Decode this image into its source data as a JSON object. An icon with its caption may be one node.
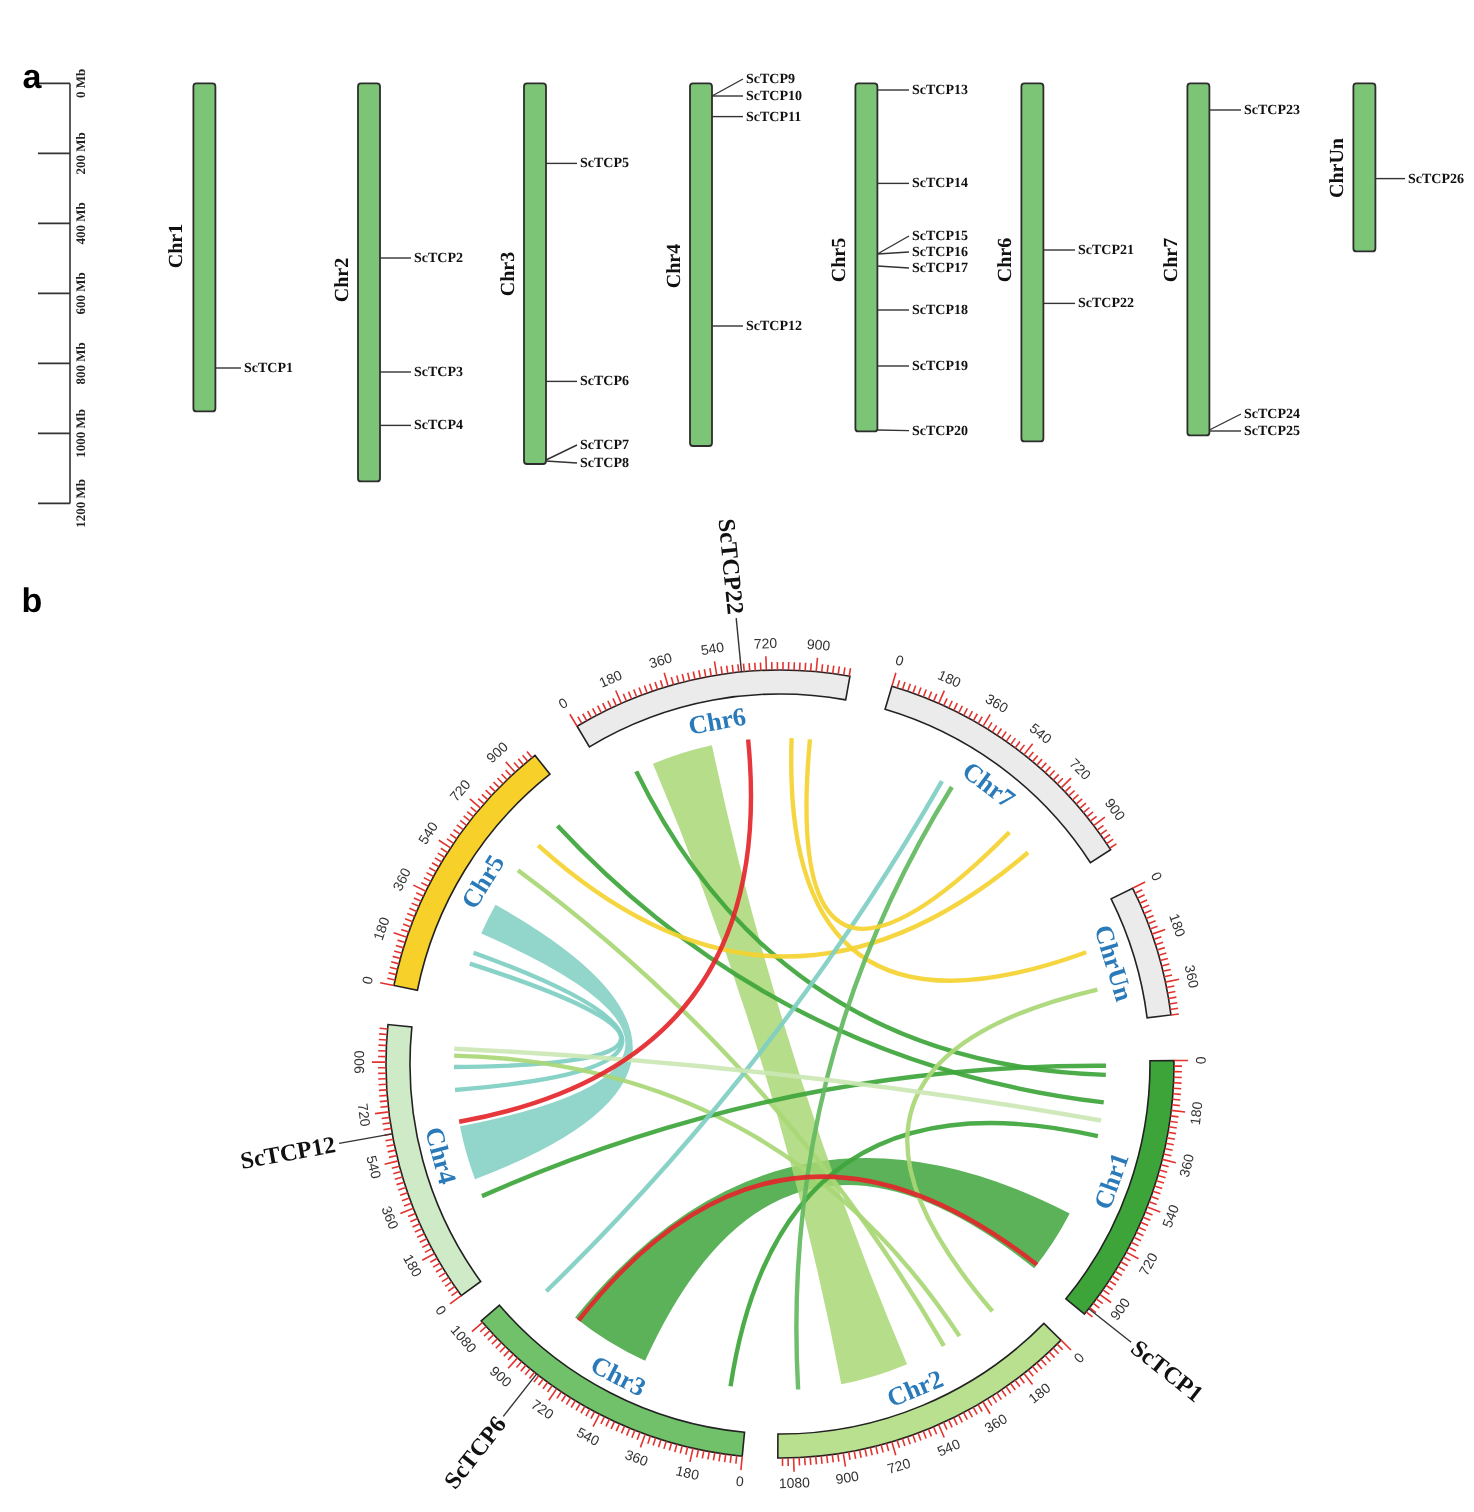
{
  "diagram": {
    "nodes": [
      {
        "text": [
          "Chr1"
        ]
      },
      {
        "text": [
          "ScTCP1"
        ]
      },
      {
        "text": [
          "Chr2"
        ]
      },
      {
        "text": [
          "ScTCP2"
        ]
      },
      {
        "text": [
          "ScTCP3"
        ]
      },
      {
        "text": [
          "ScTCP4"
        ]
      },
      {
        "text": [
          "Chr3"
        ]
      },
      {
        "text": [
          "ScTCP5"
        ]
      },
      {
        "text": [
          "ScTCP6"
        ]
      },
      {
        "text": [
          "ScTCP7"
        ]
      },
      {
        "text": [
          "ScTCP8"
        ]
      },
      {
        "text": [
          "Chr4"
        ]
      },
      {
        "text": [
          "ScTCP9"
        ]
      },
      {
        "text": [
          "ScTCP10"
        ]
      },
      {
        "text": [
          "ScTCP11"
        ]
      },
      {
        "text": [
          "ScTCP12"
        ]
      },
      {
        "text": [
          "Chr5"
        ]
      },
      {
        "text": [
          "ScTCP13"
        ]
      },
      {
        "text": [
          "ScTCP14"
        ]
      },
      {
        "text": [
          "ScTCP15"
        ]
      },
      {
        "text": [
          "ScTCP16"
        ]
      },
      {
        "text": [
          "ScTCP17"
        ]
      },
      {
        "text": [
          "ScTCP18"
        ]
      },
      {
        "text": [
          "ScTCP19"
        ]
      },
      {
        "text": [
          "ScTCP20"
        ]
      },
      {
        "text": [
          "Chr6"
        ]
      },
      {
        "text": [
          "ScTCP21"
        ]
      },
      {
        "text": [
          "ScTCP22"
        ]
      },
      {
        "text": [
          "Chr7"
        ]
      },
      {
        "text": [
          "ScTCP23"
        ]
      },
      {
        "text": [
          "ScTCP24"
        ]
      },
      {
        "text": [
          "ScTCP25"
        ]
      },
      {
        "text": [
          "ChrUn"
        ]
      },
      {
        "text": [
          "ScTCP26"
        ]
      },
      {
        "text": [
          "ScTCP22"
        ]
      },
      {
        "text": [
          "Chr6"
        ]
      },
      {
        "text": [
          "Chr7"
        ]
      },
      {
        "text": [
          "ChrUn"
        ]
      },
      {
        "text": [
          "Chr1"
        ]
      },
      {
        "text": [
          "ScTCP1"
        ]
      },
      {
        "text": [
          "Chr2"
        ]
      },
      {
        "text": [
          "Chr3"
        ]
      },
      {
        "text": [
          "ScTCP6"
        ]
      },
      {
        "text": [
          "Chr4"
        ]
      },
      {
        "text": [
          "ScTCP12"
        ]
      },
      {
        "text": [
          "Chr5"
        ]
      }
    ],
    "edges": [
      {
        "from": 1,
        "to": 0,
        "arrow": "none"
      },
      {
        "from": 3,
        "to": 2,
        "arrow": "none"
      },
      {
        "from": 4,
        "to": 2,
        "arrow": "none"
      },
      {
        "from": 5,
        "to": 2,
        "arrow": "none"
      },
      {
        "from": 7,
        "to": 6,
        "arrow": "none"
      },
      {
        "from": 8,
        "to": 6,
        "arrow": "none"
      },
      {
        "from": 9,
        "to": 6,
        "arrow": "none"
      },
      {
        "from": 10,
        "to": 6,
        "arrow": "none"
      },
      {
        "from": 12,
        "to": 11,
        "arrow": "none"
      },
      {
        "from": 13,
        "to": 11,
        "arrow": "none"
      },
      {
        "from": 14,
        "to": 11,
        "arrow": "none"
      },
      {
        "from": 15,
        "to": 11,
        "arrow": "none"
      },
      {
        "from": 17,
        "to": 16,
        "arrow": "none"
      },
      {
        "from": 18,
        "to": 16,
        "arrow": "none"
      },
      {
        "from": 19,
        "to": 16,
        "arrow": "none"
      },
      {
        "from": 20,
        "to": 16,
        "arrow": "none"
      },
      {
        "from": 21,
        "to": 16,
        "arrow": "none"
      },
      {
        "from": 22,
        "to": 16,
        "arrow": "none"
      },
      {
        "from": 23,
        "to": 16,
        "arrow": "none"
      },
      {
        "from": 24,
        "to": 16,
        "arrow": "none"
      },
      {
        "from": 26,
        "to": 25,
        "arrow": "none"
      },
      {
        "from": 27,
        "to": 25,
        "arrow": "none"
      },
      {
        "from": 29,
        "to": 28,
        "arrow": "none"
      },
      {
        "from": 30,
        "to": 28,
        "arrow": "none"
      },
      {
        "from": 31,
        "to": 28,
        "arrow": "none"
      },
      {
        "from": 33,
        "to": 32,
        "arrow": "none"
      },
      {
        "from": 34,
        "to": 35,
        "arrow": "none"
      },
      {
        "from": 39,
        "to": 38,
        "arrow": "none"
      },
      {
        "from": 42,
        "to": 41,
        "arrow": "none"
      },
      {
        "from": 44,
        "to": 43,
        "arrow": "none"
      },
      {
        "from": 38,
        "to": 41,
        "arrow": "none",
        "style": "thick",
        "color": "#3ea53b"
      },
      {
        "from": 45,
        "to": 43,
        "arrow": "none",
        "style": "thick",
        "color": "#7fcec2"
      },
      {
        "from": 43,
        "to": 45,
        "arrow": "none",
        "style": "thick",
        "color": "#7fcec2"
      },
      {
        "from": 43,
        "to": 45,
        "arrow": "none",
        "style": "thick",
        "color": "#7fcec2"
      },
      {
        "from": 40,
        "to": 35,
        "arrow": "none",
        "style": "thick",
        "color": "#a9d775"
      },
      {
        "from": 40,
        "to": 45,
        "arrow": "none",
        "style": "thick",
        "color": "#a9d775"
      },
      {
        "from": 40,
        "to": 43,
        "arrow": "none",
        "style": "thick",
        "color": "#a9d775"
      },
      {
        "from": 38,
        "to": 45,
        "arrow": "none",
        "style": "thick",
        "color": "#3ea53b"
      },
      {
        "from": 38,
        "to": 35,
        "arrow": "none",
        "style": "thick",
        "color": "#3ea53b"
      },
      {
        "from": 38,
        "to": 41,
        "arrow": "none",
        "style": "thick",
        "color": "#3ea53b"
      },
      {
        "from": 38,
        "to": 43,
        "arrow": "none",
        "style": "thick",
        "color": "#3ea53b"
      },
      {
        "from": 36,
        "to": 45,
        "arrow": "none",
        "style": "thick",
        "color": "#f5d230"
      },
      {
        "from": 37,
        "to": 35,
        "arrow": "none",
        "style": "thick",
        "color": "#f5d230"
      },
      {
        "from": 36,
        "to": 41,
        "arrow": "none",
        "style": "thick",
        "color": "#7fcec2"
      },
      {
        "from": 36,
        "to": 40,
        "arrow": "none",
        "style": "thick",
        "color": "#62b860"
      },
      {
        "from": 37,
        "to": 40,
        "arrow": "none",
        "style": "thick",
        "color": "#a9d775"
      },
      {
        "from": 43,
        "to": 38,
        "arrow": "none",
        "style": "thick",
        "color": "#cbe7b4"
      },
      {
        "from": 35,
        "to": 36,
        "arrow": "none",
        "style": "thick",
        "color": "#f5d230"
      },
      {
        "from": 41,
        "to": 38,
        "arrow": "none",
        "style": "thick",
        "color": "#e3262b"
      },
      {
        "from": 35,
        "to": 43,
        "arrow": "none",
        "style": "thick",
        "color": "#e3262b"
      }
    ],
    "labels": [
      "a",
      "0 Mb",
      "200 Mb",
      "400 Mb",
      "600 Mb",
      "800 Mb",
      "1000 Mb",
      "1200 Mb",
      "b",
      "0",
      "180",
      "360",
      "540",
      "720",
      "900",
      "0",
      "180",
      "360",
      "540",
      "720",
      "900",
      "0",
      "180",
      "360",
      "0",
      "180",
      "360",
      "540",
      "720",
      "900",
      "0",
      "180",
      "360",
      "540",
      "720",
      "900",
      "1080",
      "0",
      "180",
      "360",
      "540",
      "720",
      "900",
      "1080",
      "0",
      "180",
      "360",
      "540",
      "720",
      "900",
      "0",
      "180",
      "360",
      "540",
      "720",
      "900"
    ]
  }
}
